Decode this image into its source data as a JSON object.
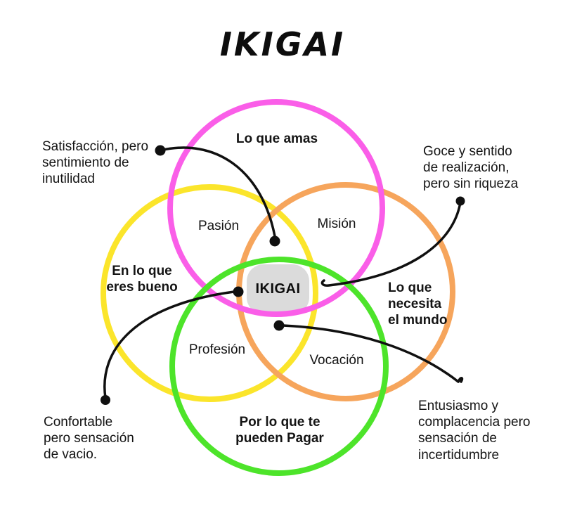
{
  "title": "IKIGAI",
  "colors": {
    "magenta_circle": "#FA5EE8",
    "yellow_circle": "#FBE52B",
    "orange_circle": "#F6A55C",
    "green_circle": "#4DE42A",
    "center_box": "#DBDBDB",
    "text": "#141414",
    "connector": "#101010"
  },
  "circles": {
    "love": {
      "label": "Lo que amas"
    },
    "good_at": {
      "label": "En lo que\neres bueno"
    },
    "world_needs": {
      "label": "Lo que\nnecesita\nel mundo"
    },
    "paid_for": {
      "label": "Por lo que te\npueden Pagar"
    }
  },
  "intersections": {
    "center": "IKIGAI",
    "passion": "Pasión",
    "mission": "Misión",
    "profession": "Profesión",
    "vocation": "Vocación"
  },
  "annotations": {
    "top_left": "Satisfacción, pero\nsentimiento de\ninutilidad",
    "top_right": "Goce y sentido\nde realización,\npero sin riqueza",
    "bottom_left": "Confortable\npero sensación\nde vacio.",
    "bottom_right": "Entusiasmo y\ncomplacencia pero\nsensación de\nincertidumbre"
  }
}
